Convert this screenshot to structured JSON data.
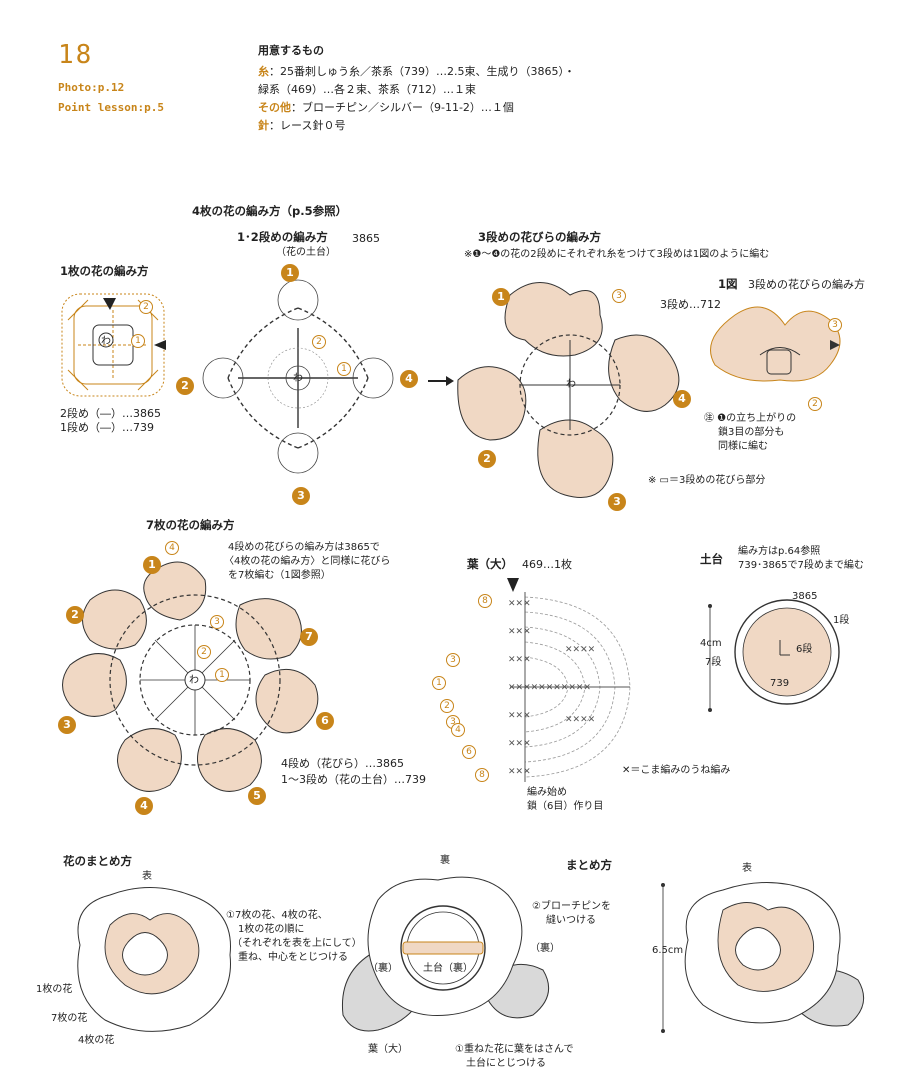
{
  "header": {
    "pattern_number": "18",
    "photo_ref": "Photo:p.12",
    "point_lesson_ref": "Point lesson:p.5"
  },
  "materials": {
    "heading": "用意するもの",
    "yarn_label": "糸",
    "yarn_line1": "：25番刺しゅう糸／茶系（739）…2.5束、生成り（3865）・",
    "yarn_line2": "緑系（469）…各２束、茶系（712）…１束",
    "other_label": "その他",
    "other_text": "：ブローチピン／シルバー（9-11-2）…１個",
    "needle_label": "針",
    "needle_text": "：レース針０号"
  },
  "four_flower": {
    "heading": "4枚の花の編み方（p.5参照）",
    "rows12_title": "1･2段めの編み方",
    "rows12_color": "3865",
    "rows12_sub": "（花の土台）",
    "one_flower_title": "1枚の花の編み方",
    "legend_row2": "2段め（―）…3865",
    "legend_row1": "1段め（―）…739",
    "row3_title": "3段めの花びらの編み方",
    "row3_note": "※❶～❹の花の2段めにそれぞれ糸をつけて3段めは1図のように編む",
    "fig1_label": "1図",
    "fig1_title": "3段めの花びらの編み方",
    "fig1_row3": "3段め…712",
    "fig1_note_l1": "㊟ ❶の立ち上がりの",
    "fig1_note_l2": "鎖3目の部分も",
    "fig1_note_l3": "同様に編む",
    "petal_legend": "※ ▭＝3段めの花びら部分"
  },
  "seven_flower": {
    "heading": "7枚の花の編み方",
    "note_l1": "4段めの花びらの編み方は3865で",
    "note_l2": "〈4枚の花の編み方〉と同様に花びら",
    "note_l3": "を7枚編む（1図参照）",
    "legend_l1": "4段め（花びら）…3865",
    "legend_l2": "1～3段め（花の土台）…739"
  },
  "leaf": {
    "heading": "葉（大）",
    "color": "469…1枚",
    "start_l1": "編み始め",
    "start_l2": "鎖（6目）作り目",
    "stitch_legend": "✕＝こま編みのうね編み"
  },
  "base": {
    "heading": "土台",
    "note_l1": "編み方はp.64参照",
    "note_l2": "739･3865で7段めまで編む",
    "outer_color": "3865",
    "inner_color": "739",
    "row1": "1段",
    "row6": "6段",
    "size": "4cm",
    "size_rows": "7段"
  },
  "assembly": {
    "heading": "花のまとめ方",
    "front": "表",
    "back": "裏",
    "step1_l1": "①7枚の花、4枚の花、",
    "step1_l2": "1枚の花の順に",
    "step1_l3": "（それぞれを表を上にして）",
    "step1_l4": "重ね、中心をとじつける",
    "label_one": "1枚の花",
    "label_seven": "7枚の花",
    "label_four": "4枚の花",
    "brooch_l1": "②ブローチピンを",
    "brooch_l2": "縫いつける",
    "back_small": "（裏）",
    "base_back": "土台（裏）",
    "leaf_large": "葉（大）",
    "step_leaf_l1": "①重ねた花に葉をはさんで",
    "step_leaf_l2": "土台にとじつける",
    "finish_heading": "まとめ方",
    "finish_front": "表",
    "finish_size": "6.5cm"
  },
  "colors": {
    "accent": "#c8851a",
    "petal": "#f0d8c4",
    "leaf": "#d9d9d9"
  }
}
